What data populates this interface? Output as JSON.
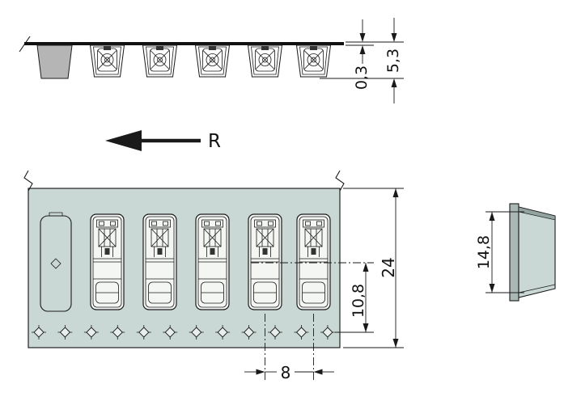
{
  "drawing": {
    "type": "technical-drawing-tape-and-reel",
    "direction_label": "R",
    "dimensions": {
      "tape_thickness": "0,3",
      "pocket_depth": "5,3",
      "tape_width": "24",
      "component_offset": "10,8",
      "pitch": "8",
      "component_height": "14,8"
    },
    "colors": {
      "tape_fill": "#c9d8d4",
      "empty_pocket_fill": "#b5b5b5",
      "component_fill": "#f4f6f4",
      "line": "#1a1a1a",
      "dark_band": "#93a3a0"
    }
  }
}
